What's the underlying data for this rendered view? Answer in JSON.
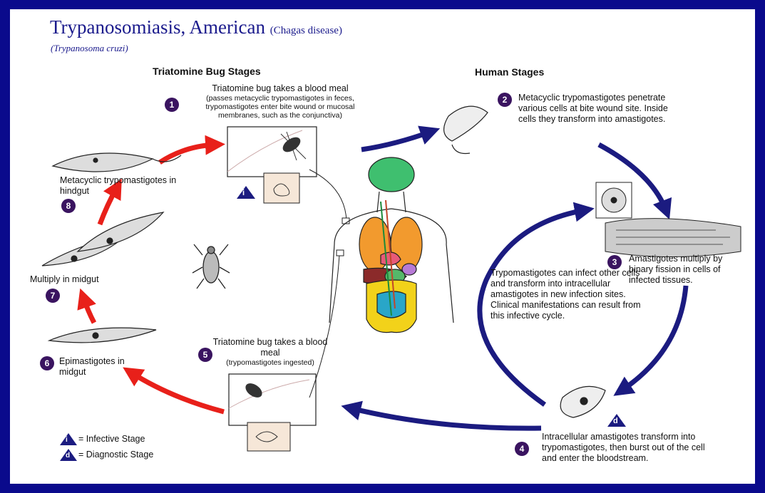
{
  "title": "Trypanosomiasis, American",
  "title_paren": "(Chagas disease)",
  "subtitle": "(Trypanosoma cruzi)",
  "sections": {
    "bug": "Triatomine Bug Stages",
    "human": "Human Stages"
  },
  "steps": {
    "s1": {
      "num": "1",
      "main": "Triatomine bug takes a blood meal",
      "detail": "(passes metacyclic trypomastigotes in feces, trypomastigotes enter bite wound or mucosal membranes, such as the conjunctiva)"
    },
    "s2": {
      "num": "2",
      "text": "Metacyclic trypomastigotes penetrate various cells at bite wound site.  Inside cells they transform into amastigotes."
    },
    "s3": {
      "num": "3",
      "text": "Amastigotes multiply by binary fission in cells of infected tissues."
    },
    "s4": {
      "num": "4",
      "text": "Intracellular amastigotes transform into trypomastigotes, then burst out of the cell and enter the bloodstream."
    },
    "s5": {
      "num": "5",
      "main": "Triatomine bug takes a blood meal",
      "detail": "(trypomastigotes ingested)"
    },
    "s6": {
      "num": "6",
      "text": "Epimastigotes in midgut"
    },
    "s7": {
      "num": "7",
      "text": "Multiply in midgut"
    },
    "s8": {
      "num": "8",
      "text": "Metacyclic trypomastigotes in hindgut"
    }
  },
  "center_note": "Trypomastigotes can infect other cells and transform into intracellular amastigotes in new infection sites. Clinical manifestations can result from this infective cycle.",
  "markers": {
    "infective": "i",
    "diagnostic": "d"
  },
  "legend": {
    "infective_label": "= Infective Stage",
    "diagnostic_label": "= Diagnostic Stage"
  },
  "colors": {
    "frame": "#0a0a8c",
    "bug_arrows": "#e8201a",
    "human_arrows": "#1b1b80",
    "step_badge": "#3a1460"
  }
}
